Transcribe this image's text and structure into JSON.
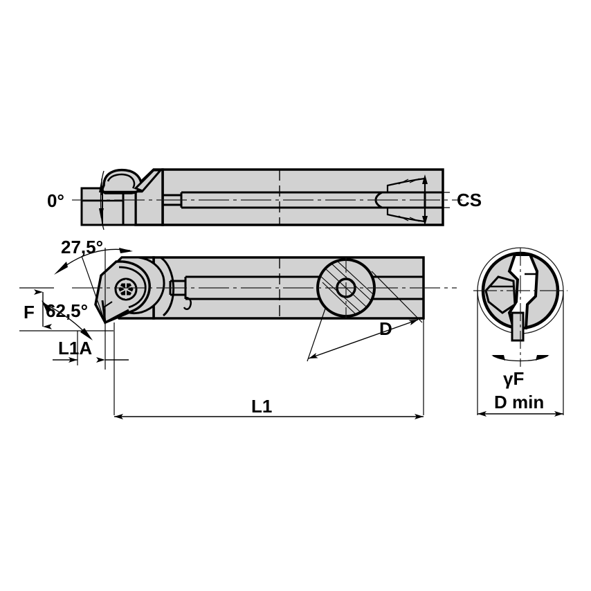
{
  "drawing": {
    "type": "technical-engineering-drawing",
    "subject": "Indexable boring bar / turning toolholder",
    "background_color": "#ffffff",
    "body_fill_color": "#d2d2d2",
    "outline_color": "#000000",
    "thin_line_color": "#1a1a1a",
    "views": [
      {
        "id": "top-view",
        "name": "Top view (plan)",
        "label": ""
      },
      {
        "id": "side-view",
        "name": "Side view with insert seat",
        "label": ""
      },
      {
        "id": "end-view",
        "name": "End view (section through bore)",
        "label": ""
      }
    ],
    "annotations": {
      "angle_zero": "0°",
      "angle_lead": "27,5°",
      "angle_secondary": "62,5°",
      "dim_f": "F",
      "dim_l1a": "L1A",
      "dim_l1": "L1",
      "dim_cs": "CS",
      "dim_d": "D",
      "dim_gamma_f": "γF",
      "dim_d_min": "D min"
    }
  }
}
